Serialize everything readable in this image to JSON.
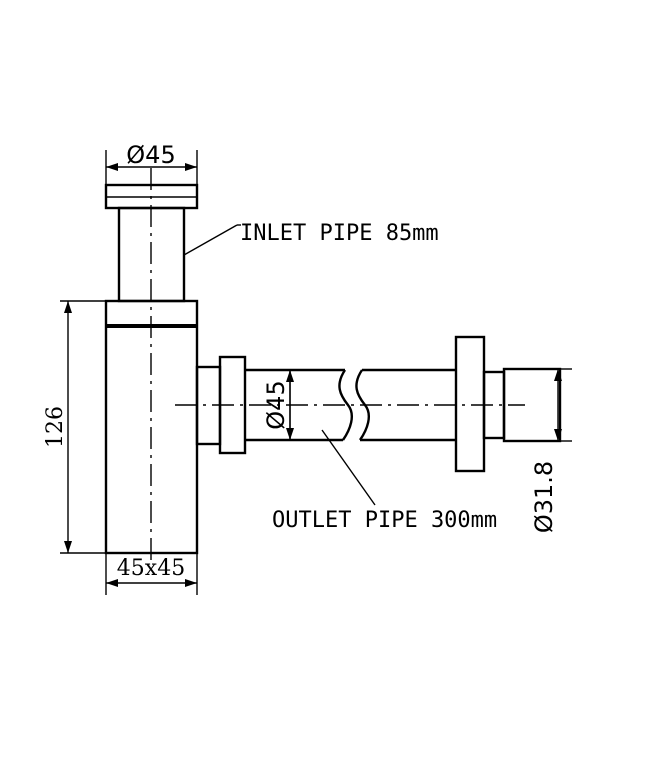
{
  "labels": {
    "inlet_pipe": "INLET PIPE 85mm",
    "outlet_pipe": "OUTLET PIPE 300mm"
  },
  "dimensions": {
    "inlet_diameter": "Ø45",
    "outlet_diameter": "Ø45",
    "body_height": "126",
    "body_section": "45x45",
    "wall_flange_diameter": "Ø31.8"
  }
}
